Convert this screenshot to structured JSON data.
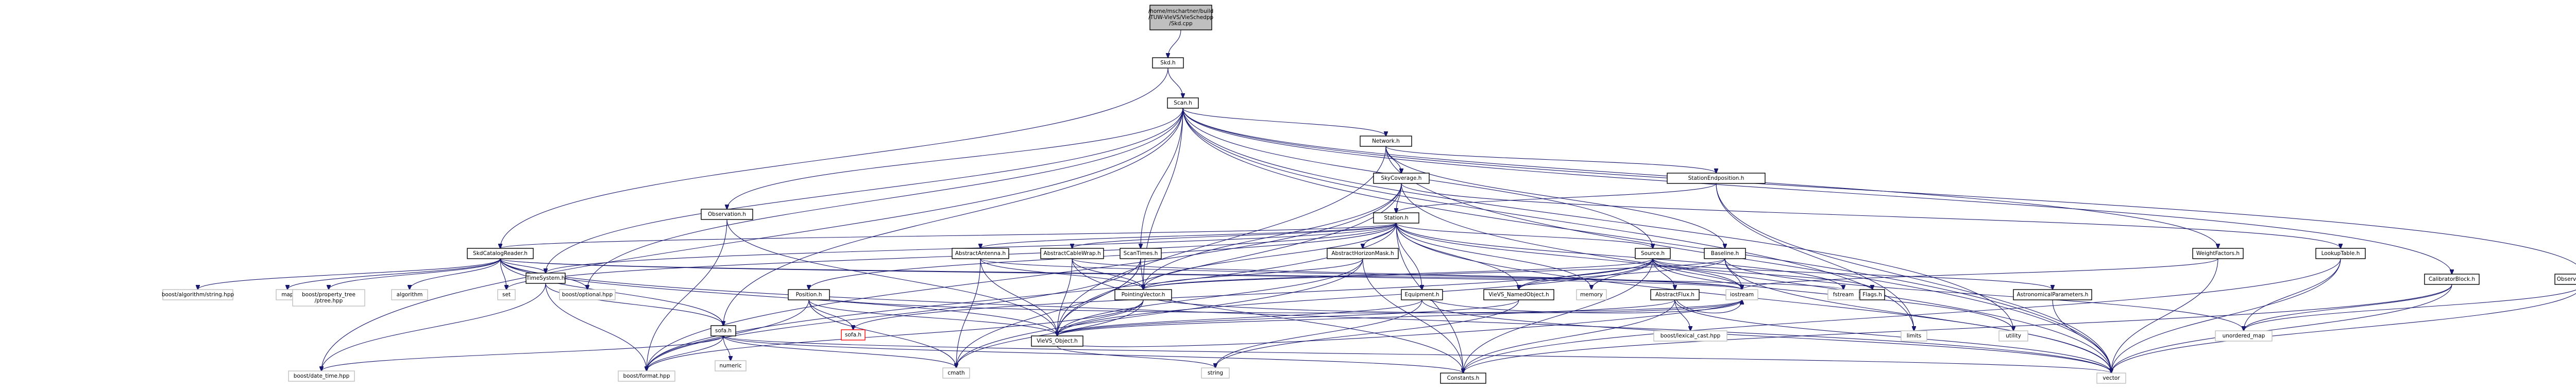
{
  "diagram": {
    "nodes": [
      {
        "id": "root",
        "lines": [
          "/home/mschartner/build",
          "/TUW-VieVS/VieSchedpp",
          "/Skd.cpp"
        ],
        "style": "root"
      },
      {
        "id": "skd",
        "lines": [
          "Skd.h"
        ],
        "style": "normal"
      },
      {
        "id": "scan",
        "lines": [
          "Scan.h"
        ],
        "style": "normal"
      },
      {
        "id": "network",
        "lines": [
          "Network.h"
        ],
        "style": "normal"
      },
      {
        "id": "skycov",
        "lines": [
          "SkyCoverage.h"
        ],
        "style": "normal"
      },
      {
        "id": "statendpos",
        "lines": [
          "StationEndposition.h"
        ],
        "style": "normal"
      },
      {
        "id": "station",
        "lines": [
          "Station.h"
        ],
        "style": "normal"
      },
      {
        "id": "observation",
        "lines": [
          "Observation.h"
        ],
        "style": "normal"
      },
      {
        "id": "skdcatalog",
        "lines": [
          "SkdCatalogReader.h"
        ],
        "style": "normal"
      },
      {
        "id": "timesystem",
        "lines": [
          "TimeSystem.h"
        ],
        "style": "normal"
      },
      {
        "id": "absantenna",
        "lines": [
          "AbstractAntenna.h"
        ],
        "style": "normal"
      },
      {
        "id": "abscablewrap",
        "lines": [
          "AbstractCableWrap.h"
        ],
        "style": "normal"
      },
      {
        "id": "scantimes",
        "lines": [
          "ScanTimes.h"
        ],
        "style": "normal"
      },
      {
        "id": "abshorizon",
        "lines": [
          "AbstractHorizonMask.h"
        ],
        "style": "normal"
      },
      {
        "id": "source",
        "lines": [
          "Source.h"
        ],
        "style": "normal"
      },
      {
        "id": "baseline",
        "lines": [
          "Baseline.h"
        ],
        "style": "normal"
      },
      {
        "id": "weightfactors",
        "lines": [
          "WeightFactors.h"
        ],
        "style": "normal"
      },
      {
        "id": "lookuptable",
        "lines": [
          "LookupTable.h"
        ],
        "style": "normal"
      },
      {
        "id": "calibblock",
        "lines": [
          "CalibratorBlock.h"
        ],
        "style": "normal"
      },
      {
        "id": "obsmode",
        "lines": [
          "ObservationMode.h"
        ],
        "style": "normal"
      },
      {
        "id": "position",
        "lines": [
          "Position.h"
        ],
        "style": "normal"
      },
      {
        "id": "pointingvec",
        "lines": [
          "PointingVector.h"
        ],
        "style": "normal"
      },
      {
        "id": "equipment",
        "lines": [
          "Equipment.h"
        ],
        "style": "normal"
      },
      {
        "id": "namedobj",
        "lines": [
          "VieVS_NamedObject.h"
        ],
        "style": "normal"
      },
      {
        "id": "absflux",
        "lines": [
          "AbstractFlux.h"
        ],
        "style": "normal"
      },
      {
        "id": "flags",
        "lines": [
          "Flags.h"
        ],
        "style": "normal"
      },
      {
        "id": "astroparams",
        "lines": [
          "AstronomicalParameters.h"
        ],
        "style": "normal"
      },
      {
        "id": "sofa",
        "lines": [
          "sofa.h"
        ],
        "style": "normal"
      },
      {
        "id": "vievsobj",
        "lines": [
          "VieVS_Object.h"
        ],
        "style": "normal"
      },
      {
        "id": "constants",
        "lines": [
          "Constants.h"
        ],
        "style": "normal"
      },
      {
        "id": "sofah",
        "lines": [
          "sofa.h"
        ],
        "style": "redline"
      },
      {
        "id": "boost_algo",
        "lines": [
          "boost/algorithm/string.hpp"
        ],
        "style": "header"
      },
      {
        "id": "map",
        "lines": [
          "map"
        ],
        "style": "header"
      },
      {
        "id": "boost_ptree",
        "lines": [
          "boost/property_tree",
          "/ptree.hpp"
        ],
        "style": "header"
      },
      {
        "id": "algorithm",
        "lines": [
          "algorithm"
        ],
        "style": "header"
      },
      {
        "id": "set",
        "lines": [
          "set"
        ],
        "style": "header"
      },
      {
        "id": "boost_optional",
        "lines": [
          "boost/optional.hpp"
        ],
        "style": "header"
      },
      {
        "id": "boost_datetime",
        "lines": [
          "boost/date_time.hpp"
        ],
        "style": "header"
      },
      {
        "id": "boost_format",
        "lines": [
          "boost/format.hpp"
        ],
        "style": "header"
      },
      {
        "id": "numeric",
        "lines": [
          "numeric"
        ],
        "style": "header"
      },
      {
        "id": "cmath",
        "lines": [
          "cmath"
        ],
        "style": "header"
      },
      {
        "id": "string",
        "lines": [
          "string"
        ],
        "style": "header"
      },
      {
        "id": "iostream",
        "lines": [
          "iostream"
        ],
        "style": "header"
      },
      {
        "id": "memory",
        "lines": [
          "memory"
        ],
        "style": "header"
      },
      {
        "id": "fstream",
        "lines": [
          "fstream"
        ],
        "style": "header"
      },
      {
        "id": "boost_lexical",
        "lines": [
          "boost/lexical_cast.hpp"
        ],
        "style": "header"
      },
      {
        "id": "limits",
        "lines": [
          "limits"
        ],
        "style": "header"
      },
      {
        "id": "utility",
        "lines": [
          "utility"
        ],
        "style": "header"
      },
      {
        "id": "unordered_map",
        "lines": [
          "unordered_map"
        ],
        "style": "header"
      },
      {
        "id": "vector",
        "lines": [
          "vector"
        ],
        "style": "header"
      }
    ],
    "edges": [
      [
        "root",
        "skd"
      ],
      [
        "skd",
        "scan"
      ],
      [
        "skd",
        "skdcatalog"
      ],
      [
        "scan",
        "network"
      ],
      [
        "scan",
        "observation"
      ],
      [
        "scan",
        "scantimes"
      ],
      [
        "scan",
        "pointingvec"
      ],
      [
        "scan",
        "weightfactors"
      ],
      [
        "scan",
        "calibblock"
      ],
      [
        "scan",
        "obsmode"
      ],
      [
        "scan",
        "timesystem"
      ],
      [
        "scan",
        "sofa"
      ],
      [
        "scan",
        "boost_datetime"
      ],
      [
        "scan",
        "boost_optional"
      ],
      [
        "scan",
        "source"
      ],
      [
        "scan",
        "limits"
      ],
      [
        "scan",
        "utility"
      ],
      [
        "scan",
        "vector"
      ],
      [
        "network",
        "skycov"
      ],
      [
        "network",
        "statendpos"
      ],
      [
        "network",
        "baseline"
      ],
      [
        "network",
        "vievsobj"
      ],
      [
        "network",
        "vector"
      ],
      [
        "skycov",
        "station"
      ],
      [
        "skycov",
        "pointingvec"
      ],
      [
        "skycov",
        "lookuptable"
      ],
      [
        "skycov",
        "vievsobj"
      ],
      [
        "skycov",
        "boost_format"
      ],
      [
        "skycov",
        "vector"
      ],
      [
        "statendpos",
        "station"
      ],
      [
        "statendpos",
        "limits"
      ],
      [
        "statendpos",
        "vector"
      ],
      [
        "station",
        "absantenna"
      ],
      [
        "station",
        "abscablewrap"
      ],
      [
        "station",
        "abshorizon"
      ],
      [
        "station",
        "position"
      ],
      [
        "station",
        "pointingvec"
      ],
      [
        "station",
        "equipment"
      ],
      [
        "station",
        "namedobj"
      ],
      [
        "station",
        "timesystem"
      ],
      [
        "station",
        "skdcatalog"
      ],
      [
        "station",
        "source"
      ],
      [
        "station",
        "set"
      ],
      [
        "station",
        "vector"
      ],
      [
        "station",
        "fstream"
      ],
      [
        "station",
        "constants"
      ],
      [
        "station",
        "memory"
      ],
      [
        "station",
        "boost_format"
      ],
      [
        "station",
        "iostream"
      ],
      [
        "observation",
        "vievsobj"
      ],
      [
        "observation",
        "boost_format"
      ],
      [
        "skdcatalog",
        "boost_algo"
      ],
      [
        "skdcatalog",
        "map"
      ],
      [
        "skdcatalog",
        "boost_ptree"
      ],
      [
        "skdcatalog",
        "algorithm"
      ],
      [
        "skdcatalog",
        "set"
      ],
      [
        "skdcatalog",
        "boost_optional"
      ],
      [
        "skdcatalog",
        "timesystem"
      ],
      [
        "skdcatalog",
        "sofa"
      ],
      [
        "skdcatalog",
        "vievsobj"
      ],
      [
        "skdcatalog",
        "iostream"
      ],
      [
        "skdcatalog",
        "vector"
      ],
      [
        "skdcatalog",
        "fstream"
      ],
      [
        "timesystem",
        "boost_datetime"
      ],
      [
        "timesystem",
        "boost_format"
      ],
      [
        "timesystem",
        "sofa"
      ],
      [
        "absantenna",
        "pointingvec"
      ],
      [
        "absantenna",
        "vievsobj"
      ],
      [
        "absantenna",
        "cmath"
      ],
      [
        "absantenna",
        "iostream"
      ],
      [
        "abscablewrap",
        "pointingvec"
      ],
      [
        "abscablewrap",
        "vievsobj"
      ],
      [
        "abscablewrap",
        "constants"
      ],
      [
        "abscablewrap",
        "iostream"
      ],
      [
        "scantimes",
        "pointingvec"
      ],
      [
        "scantimes",
        "vievsobj"
      ],
      [
        "scantimes",
        "boost_format"
      ],
      [
        "scantimes",
        "cmath"
      ],
      [
        "abshorizon",
        "pointingvec"
      ],
      [
        "abshorizon",
        "constants"
      ],
      [
        "abshorizon",
        "cmath"
      ],
      [
        "abshorizon",
        "vievsobj"
      ],
      [
        "source",
        "pointingvec"
      ],
      [
        "source",
        "namedobj"
      ],
      [
        "source",
        "absflux"
      ],
      [
        "source",
        "flags"
      ],
      [
        "source",
        "astroparams"
      ],
      [
        "source",
        "memory"
      ],
      [
        "source",
        "constants"
      ],
      [
        "source",
        "iostream"
      ],
      [
        "source",
        "utility"
      ],
      [
        "source",
        "vievsobj"
      ],
      [
        "source",
        "sofah"
      ],
      [
        "baseline",
        "pointingvec"
      ],
      [
        "baseline",
        "namedobj"
      ],
      [
        "baseline",
        "unordered_map"
      ],
      [
        "baseline",
        "iostream"
      ],
      [
        "baseline",
        "vector"
      ],
      [
        "weightfactors",
        "iostream"
      ],
      [
        "weightfactors",
        "vector"
      ],
      [
        "lookuptable",
        "unordered_map"
      ],
      [
        "lookuptable",
        "vector"
      ],
      [
        "lookuptable",
        "constants"
      ],
      [
        "calibblock",
        "vector"
      ],
      [
        "calibblock",
        "constants"
      ],
      [
        "calibblock",
        "unordered_map"
      ],
      [
        "obsmode",
        "unordered_map"
      ],
      [
        "obsmode",
        "vector"
      ],
      [
        "position",
        "sofah"
      ],
      [
        "position",
        "vievsobj"
      ],
      [
        "position",
        "cmath"
      ],
      [
        "position",
        "boost_format"
      ],
      [
        "position",
        "iostream"
      ],
      [
        "pointingvec",
        "vievsobj"
      ],
      [
        "pointingvec",
        "boost_format"
      ],
      [
        "pointingvec",
        "cmath"
      ],
      [
        "pointingvec",
        "iostream"
      ],
      [
        "equipment",
        "vievsobj"
      ],
      [
        "equipment",
        "iostream"
      ],
      [
        "equipment",
        "string"
      ],
      [
        "equipment",
        "vector"
      ],
      [
        "namedobj",
        "vievsobj"
      ],
      [
        "namedobj",
        "string"
      ],
      [
        "absflux",
        "vievsobj"
      ],
      [
        "absflux",
        "boost_lexical"
      ],
      [
        "absflux",
        "constants"
      ],
      [
        "absflux",
        "vector"
      ],
      [
        "absflux",
        "iostream"
      ],
      [
        "astroparams",
        "vector"
      ],
      [
        "sofa",
        "boost_datetime"
      ],
      [
        "sofa",
        "boost_format"
      ],
      [
        "sofa",
        "numeric"
      ],
      [
        "sofa",
        "cmath"
      ],
      [
        "sofa",
        "constants"
      ],
      [
        "sofa",
        "vector"
      ],
      [
        "vievsobj",
        "string"
      ],
      [
        "vievsobj",
        "iostream"
      ]
    ]
  }
}
